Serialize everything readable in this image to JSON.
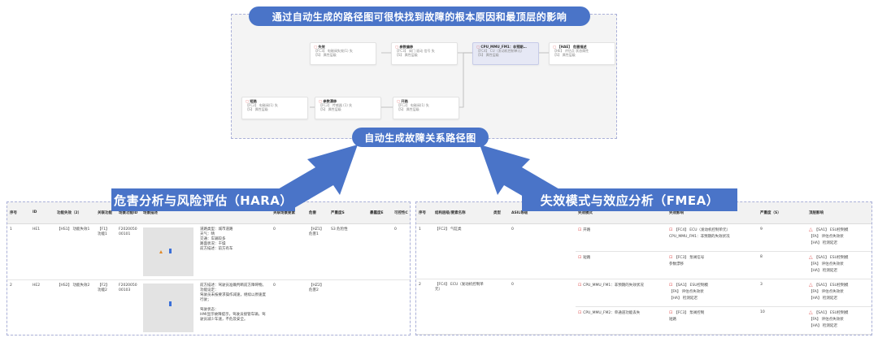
{
  "banners": {
    "top": "通过自动生成的路径图可很快找到故障的根本原因和最顶层的影响",
    "middle": "自动生成故障关系路径图",
    "left": "危害分析与风险评估（HARA）",
    "right": "失效模式与效应分析（FMEA）"
  },
  "diagram": {
    "nodes": [
      {
        "title": "失效",
        "line1": "【FC3】 电磁阀失效(1) 失",
        "line2": "【S】 属性层级"
      },
      {
        "title": "参数偏移",
        "line1": "【FC3】 阀门 驱动 信号 失",
        "line2": "【S】 属性层级"
      },
      {
        "title": "CPU_MMU_FM1：非预期…",
        "line1": "【FC4】 CU（发动机控制单元）",
        "line2": "【S】 属性层级"
      },
      {
        "title": "【HAE】 危害描述",
        "line1": "【HE】 评估点 状态属性",
        "line2": "【S】 属性层级"
      },
      {
        "title": "短路",
        "line1": "【FC2】 电磁阀(1) 失",
        "line2": "【S】 属性层级"
      },
      {
        "title": "参数漂移",
        "line1": "【FC2】 传感器 (1) 失",
        "line2": "【S】 属性层级"
      },
      {
        "title": "开路",
        "line1": "【FC2】 电磁阀(1) 失",
        "line2": "【S】 属性层级"
      }
    ]
  },
  "hara": {
    "headers": [
      "序号",
      "ID",
      "功能失效（2）",
      "关联功能",
      "场景功能ID",
      "场景描述",
      "",
      "关联场景要素",
      "危害",
      "严重度S",
      "暴露度E",
      "可控性C"
    ],
    "rows": [
      {
        "idx": "1",
        "id": "HE1",
        "func": "【HS1】 功能失效1",
        "rel": "【F1】 功能1",
        "sid": "F2020050 00101",
        "desc": "道路类型：城市道路\n天气：晴\n交通：车辆较多\n路面状况：干燥\n前方描述：前方有车",
        "assoc": "0",
        "hazard": "【HZ1】 危害1",
        "sev": "S3 危险性",
        "exp": "",
        "ctl": "0"
      },
      {
        "idx": "2",
        "id": "HE2",
        "func": "【HS2】 功能失效2",
        "rel": "【F2】 功能2",
        "sid": "F2020050 00103",
        "desc": "前方描述：驾驶员准确判断前方障碍物。\n功能设定：\n驾驶员未按要求操作减速，继续以原速度行驶；\n\n驾驶状态：\nHMI显示故障提示，驾驶员接管车辆，驾驶员减少车速，不危及安全。",
        "assoc": "0",
        "hazard": "【HZ2】 危害2",
        "sev": "",
        "exp": "",
        "ctl": ""
      }
    ]
  },
  "fmea": {
    "headers": [
      "序号",
      "结构层级/要素名称",
      "类型",
      "ASIL等级",
      "",
      "失效模式",
      "失效影响",
      "严重度（S）",
      "顶层影响"
    ],
    "rows": [
      {
        "idx": "1",
        "name": "【FC2】 气缸类",
        "type": "",
        "asil": "0",
        "items": [
          {
            "mode": "开路",
            "effect1": "【FC4】 ECU（发动机控制单元）",
            "effect2": "CPU_MMU_FM1：非预期的失效状况",
            "sev": "9",
            "top": [
              "【SA1】 ESU控制模",
              "【FA】 评估点失效状",
              "【HA】 检测延迟"
            ]
          },
          {
            "mode": "短路",
            "effect1": "【FC3】 泵阀信号",
            "effect2": "参数漂移",
            "sev": "8",
            "top": [
              "【SA1】 ESU控制模",
              "【FA】 评估点失效状",
              "【HA】 检测延迟"
            ]
          }
        ]
      },
      {
        "idx": "2",
        "name": "【FC4】 ECU（发动机控制单元）",
        "type": "",
        "asil": "0",
        "items": [
          {
            "mode": "CPU_MMU_FM1：非预期的失效状况",
            "effect1": "【SA1】 ESU控制模",
            "effect2": "【FA】 评估点失效状",
            "effect3": "【HA】 检测延迟",
            "sev": "3",
            "top": [
              "【SA1】 ESU控制模",
              "【FA】 评估点失效状",
              "【HA】 检测延迟"
            ]
          },
          {
            "mode": "CPU_MMU_FM2：单通道功能丢失",
            "effect1": "【FC3】 泵阀控制",
            "effect2": "短路",
            "sev": "10",
            "top": [
              "【SA1】 ESU控制模",
              "【FA】 评估点失效状",
              "【HA】 检测延迟"
            ]
          }
        ]
      }
    ]
  },
  "colors": {
    "banner": "#4a74c8",
    "highlight_node": "#e6e8f5",
    "warn": "#e05555"
  }
}
